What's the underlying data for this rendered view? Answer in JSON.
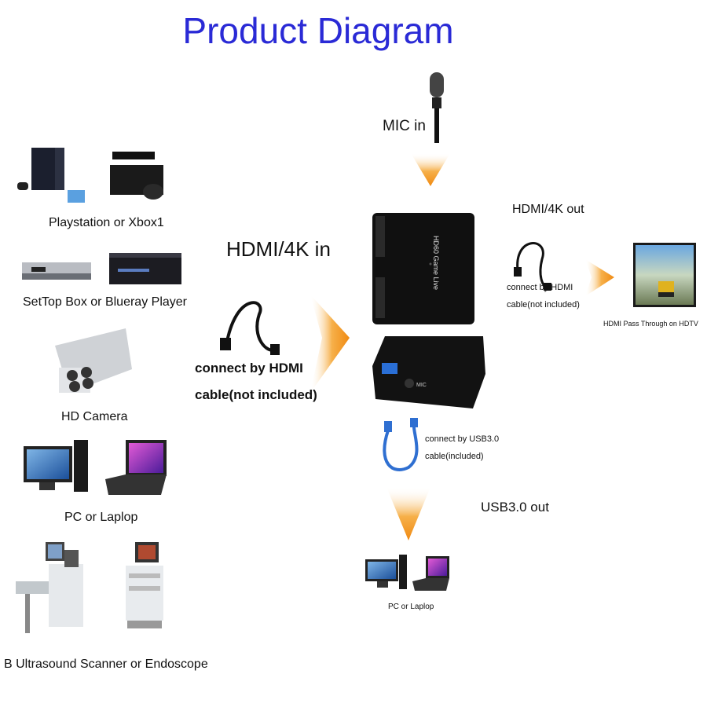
{
  "title": "Product Diagram",
  "inputs": {
    "console": "Playstation or Xbox1",
    "settop": "SetTop Box or Blueray Player",
    "camera": "HD Camera",
    "pc": "PC or Laplop",
    "medical": "B Ultrasound Scanner or Endoscope"
  },
  "hdmi_in": {
    "label": "HDMI/4K in",
    "cable_line1": "connect by HDMI",
    "cable_line2": "cable(not included)"
  },
  "mic": {
    "label": "MIC in"
  },
  "hdmi_out": {
    "label": "HDMI/4K out",
    "cable_line1": "connect by HDMI",
    "cable_line2": "cable(not included)",
    "tv_caption": "HDMI Pass Through on HDTV"
  },
  "device": {
    "top_text": "HD60 Game Live",
    "mic_port": "MIC"
  },
  "usb": {
    "cable_line1": "connect by USB3.0",
    "cable_line2": "cable(included)",
    "out_label": "USB3.0 out",
    "pc_caption": "PC or Laplop"
  },
  "colors": {
    "title": "#2a2ad6",
    "arrow": "#f39a1e",
    "usb_cable": "#2f6fd1"
  }
}
